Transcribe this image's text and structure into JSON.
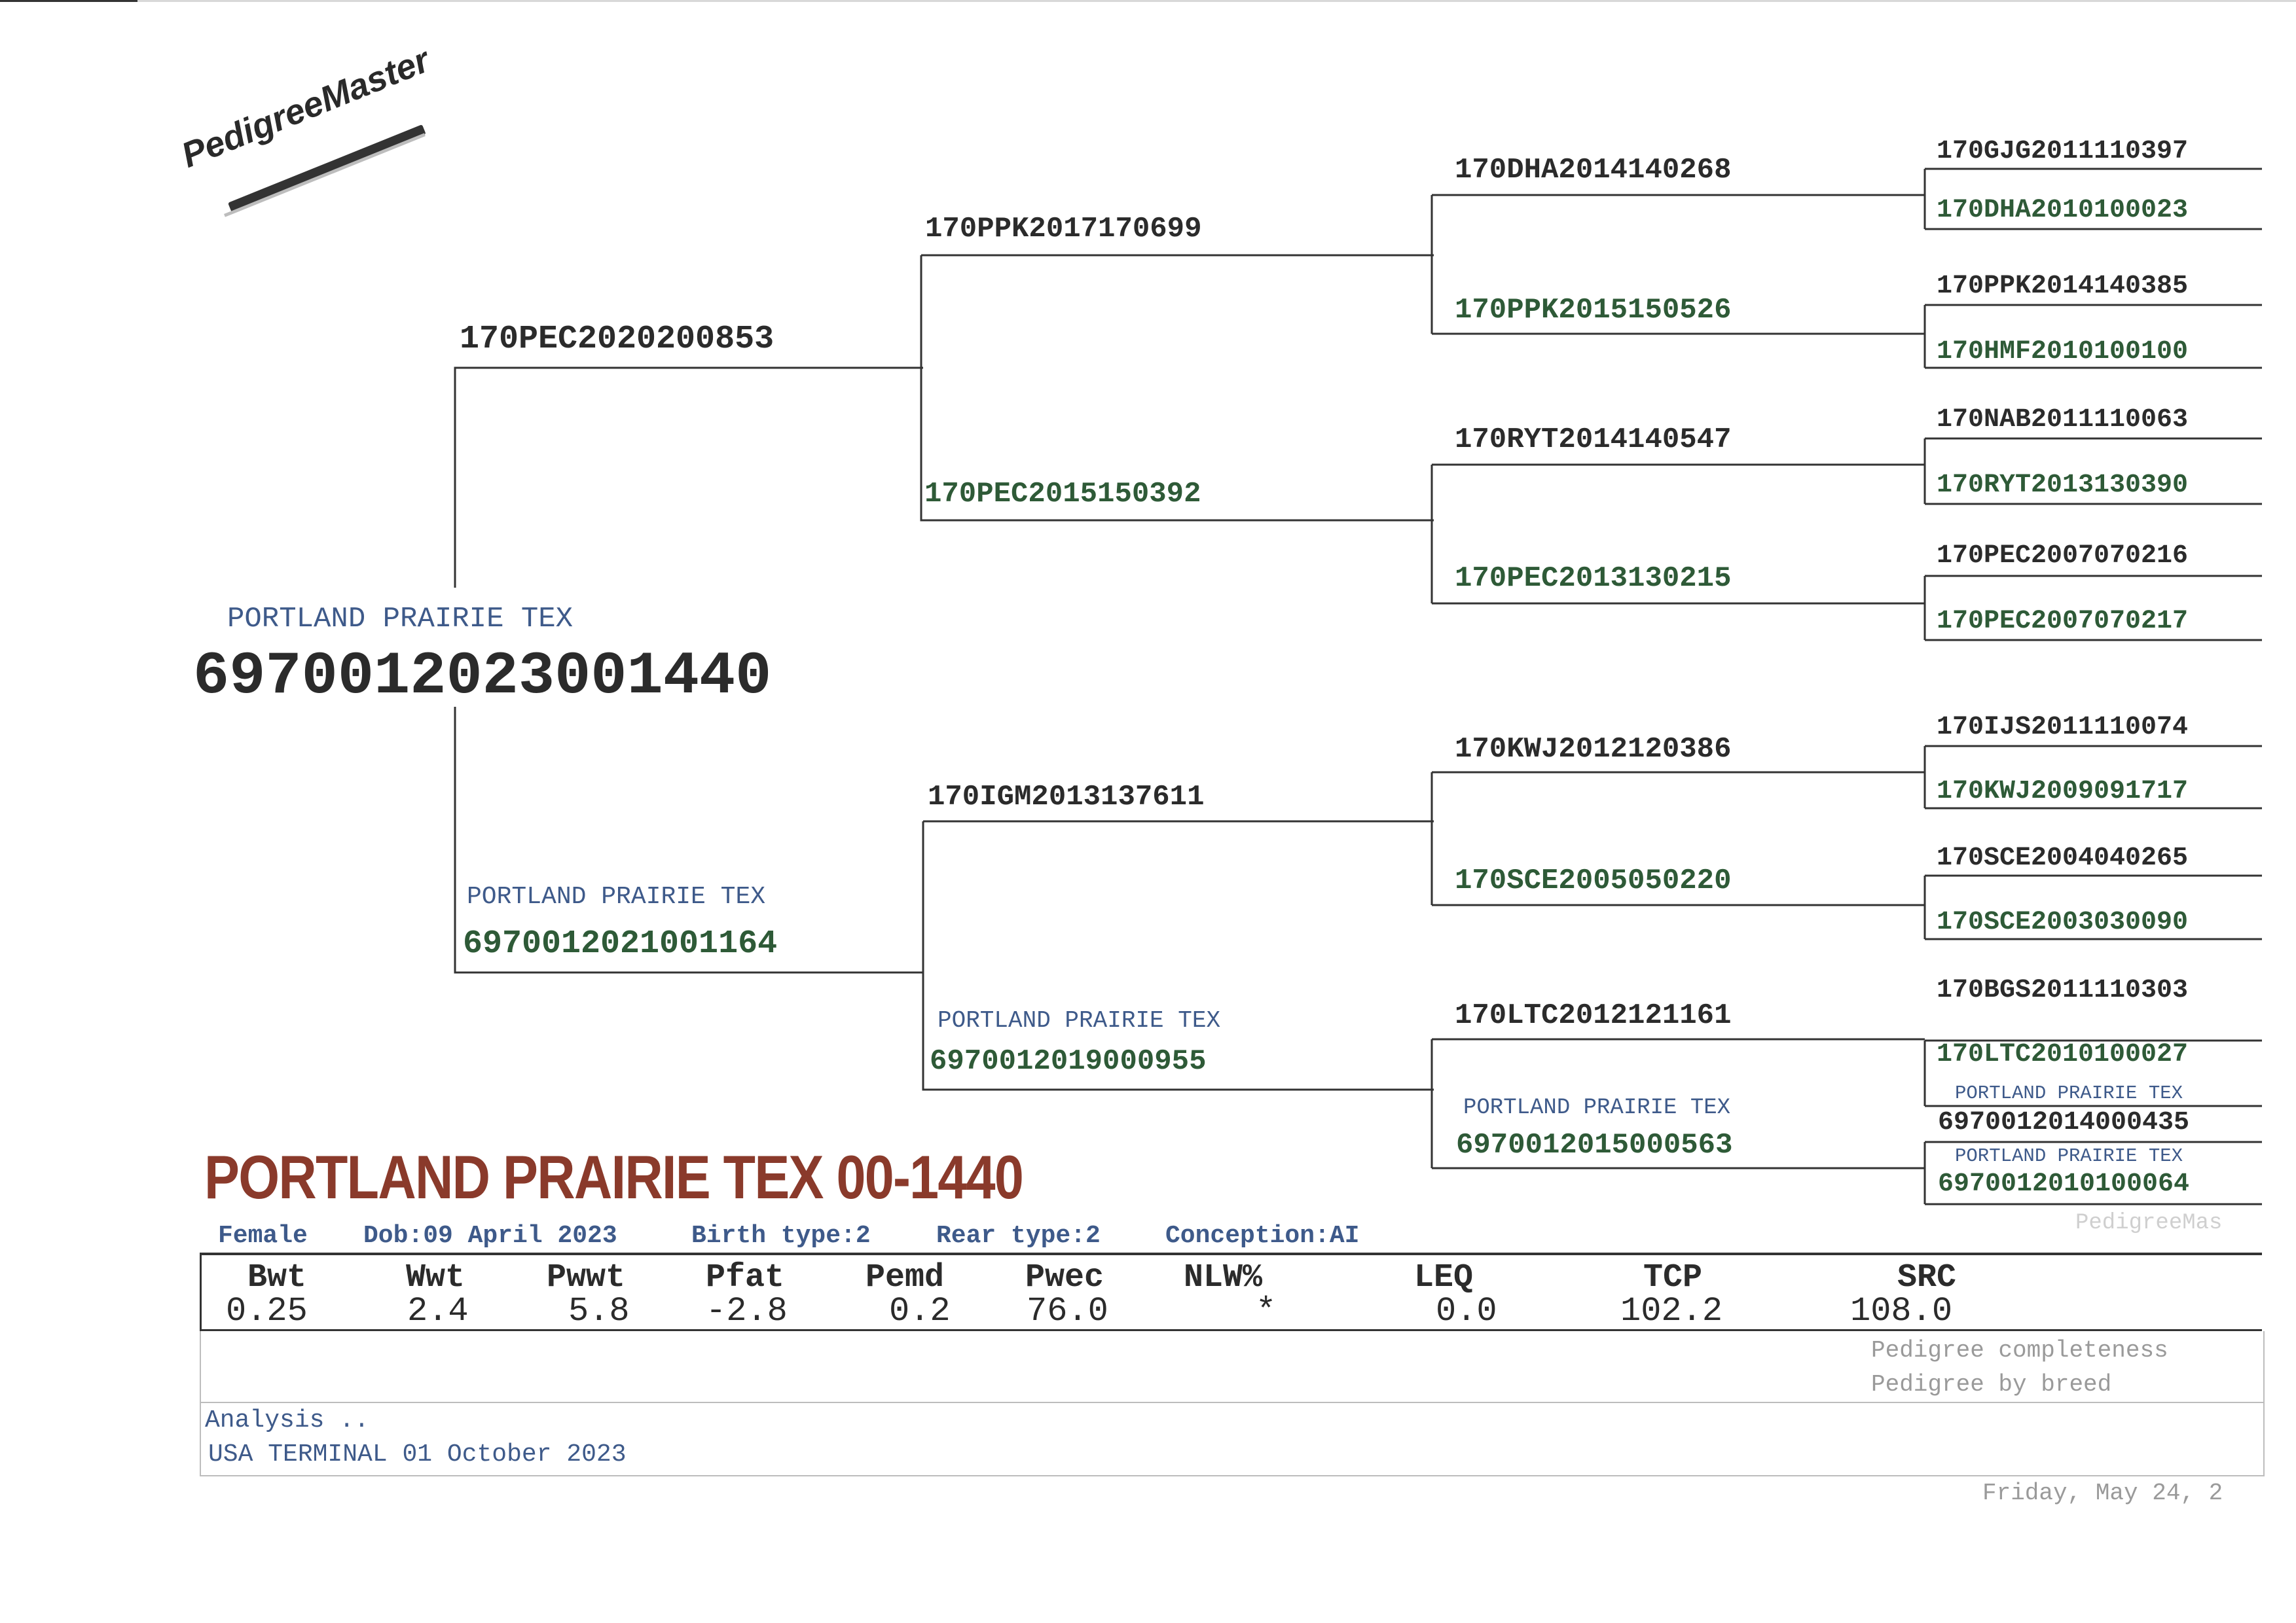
{
  "logo": {
    "text": "PedigreeMaster"
  },
  "subject": {
    "breeder": "PORTLAND PRAIRIE TEX",
    "id": "6970012023001440"
  },
  "gen1": {
    "sire": "170PEC2020200853",
    "dam_breeder": "PORTLAND PRAIRIE TEX",
    "dam": "6970012021001164"
  },
  "gen2": {
    "ss": "170PPK2017170699",
    "sd": "170PEC2015150392",
    "ds": "170IGM2013137611",
    "dd_breeder": "PORTLAND PRAIRIE TEX",
    "dd": "6970012019000955"
  },
  "gen3": {
    "sss": "170DHA2014140268",
    "ssd": "170PPK2015150526",
    "sds": "170RYT2014140547",
    "sdd": "170PEC2013130215",
    "dss": "170KWJ2012120386",
    "dsd": "170SCE2005050220",
    "dds": "170LTC2012121161",
    "ddd_breeder": "PORTLAND PRAIRIE TEX",
    "ddd": "6970012015000563"
  },
  "gen4": {
    "s1": "170GJG2011110397",
    "d1": "170DHA2010100023",
    "s2": "170PPK2014140385",
    "d2": "170HMF2010100100",
    "s3": "170NAB2011110063",
    "d3": "170RYT2013130390",
    "s4": "170PEC2007070216",
    "d4": "170PEC2007070217",
    "s5": "170IJS2011110074",
    "d5": "170KWJ2009091717",
    "s6": "170SCE2004040265",
    "d6": "170SCE2003030090",
    "s7": "170BGS2011110303",
    "d7": "170LTC2010100027",
    "s8_breeder": "PORTLAND PRAIRIE TEX",
    "s8": "6970012014000435",
    "d8_breeder": "PORTLAND PRAIRIE TEX",
    "d8": "6970012010100064"
  },
  "watermark": "PedigreeMas",
  "animal_title": "PORTLAND PRAIRIE TEX 00-1440",
  "info": {
    "sex": "Female",
    "dob": "Dob:09 April 2023",
    "birth_type": "Birth type:2",
    "rear_type": "Rear type:2",
    "conception": "Conception:AI"
  },
  "traits": {
    "headers": [
      "Bwt",
      "Wwt",
      "Pwwt",
      "Pfat",
      "Pemd",
      "Pwec",
      "NLW%",
      "LEQ",
      "TCP",
      "SRC"
    ],
    "values": [
      "0.25",
      "2.4",
      "5.8",
      "-2.8",
      "0.2",
      "76.0",
      "*",
      "0.0",
      "102.2",
      "108.0"
    ]
  },
  "completeness": {
    "line1": "Pedigree completeness",
    "line2": "Pedigree by breed"
  },
  "analysis": {
    "label": "Analysis ..",
    "value": "USA TERMINAL 01 October 2023"
  },
  "footer_date": "Friday, May 24, 2"
}
